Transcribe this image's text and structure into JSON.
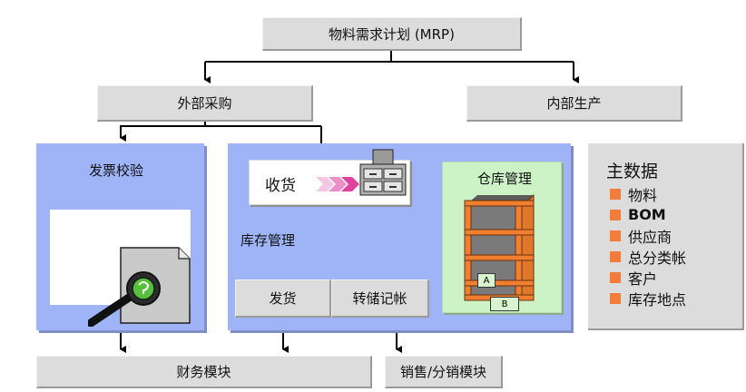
{
  "top": {
    "mrp": "物料需求计划 (MRP)"
  },
  "second": {
    "external": "外部采购",
    "internal": "内部生产"
  },
  "invoice": {
    "title": "发票校验"
  },
  "inventory": {
    "receipt": "收货",
    "label": "库存管理",
    "issue": "发货",
    "transfer": "转储记帐",
    "warehouse": "仓库管理",
    "bin_a": "A",
    "bin_b": "B"
  },
  "master_data": {
    "title": "主数据",
    "items": [
      "物料",
      "BOM",
      "供应商",
      "总分类帐",
      "客户",
      "库存地点"
    ]
  },
  "bottom": {
    "finance": "财务模块",
    "sales": "销售/分销模块"
  },
  "colors": {
    "panel_blue": "#9fb4f7",
    "box_gray": "#dcdcdc",
    "green_panel": "#ccf2c6",
    "orange": "#f07d3c",
    "pink_arrow": "#e040a0"
  }
}
